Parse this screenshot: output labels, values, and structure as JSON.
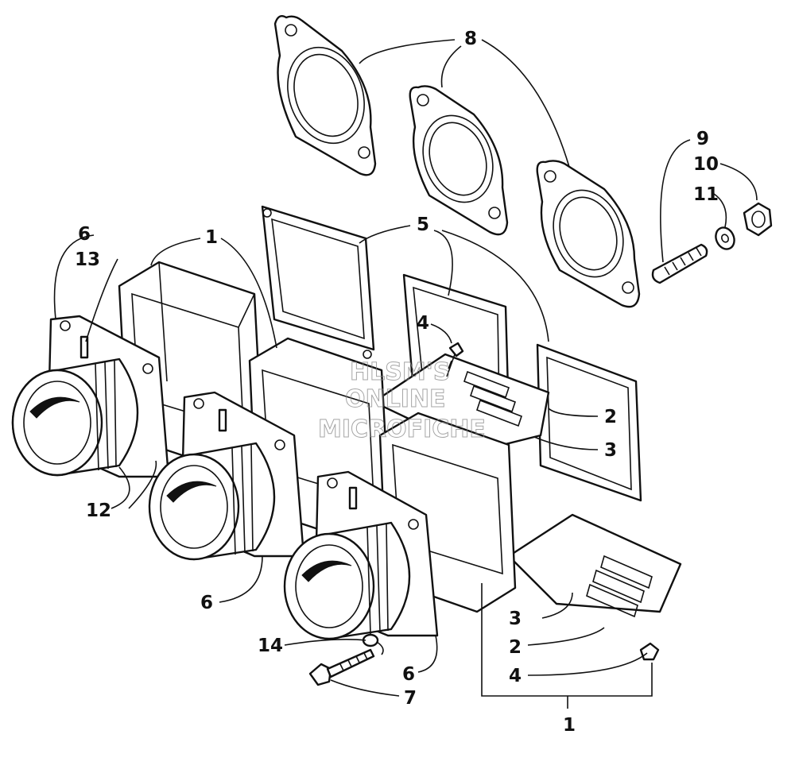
{
  "watermark": [
    "HLSM'S",
    "ONLINE",
    "MICROFICHE"
  ],
  "callouts": [
    "1",
    "2",
    "3",
    "4",
    "5",
    "6",
    "7",
    "8",
    "9",
    "10",
    "11",
    "12",
    "13",
    "14"
  ]
}
